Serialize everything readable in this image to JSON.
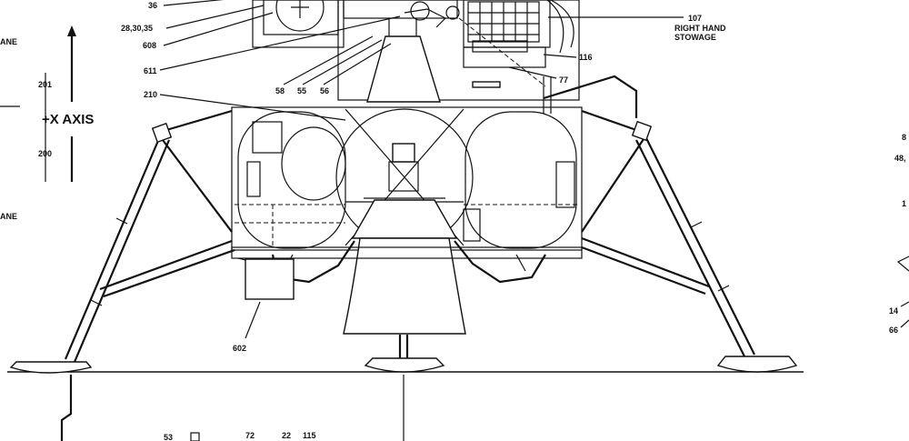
{
  "axis": {
    "label": "+X AXIS",
    "upper_station": "201",
    "lower_station": "200"
  },
  "left_edge": {
    "top": "ANE",
    "bottom": "ANE"
  },
  "stowage": {
    "number": "107",
    "line1": "RIGHT HAND",
    "line2": "STOWAGE"
  },
  "callouts": {
    "c36": "36",
    "c28": "28,30,35",
    "c608": "608",
    "c611": "611",
    "c210": "210",
    "c58": "58",
    "c55": "55",
    "c56": "56",
    "c116": "116",
    "c77": "77",
    "c602": "602",
    "c14": "14",
    "c66": "66",
    "c8": "8",
    "c48": "48,",
    "c1": "1",
    "c53": "53",
    "c72": "72",
    "c22": "22",
    "c115": "115"
  }
}
